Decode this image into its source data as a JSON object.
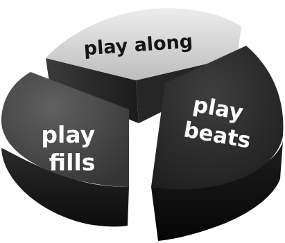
{
  "slices": {
    "top": {
      "label": "play along",
      "color": "#d8d8d8"
    },
    "left": {
      "label_line1": "play",
      "label_line2": "fills",
      "color": "#4a4a4a"
    },
    "right": {
      "label_line1": "play",
      "label_line2": "beats",
      "color": "#2c2c2c"
    }
  }
}
